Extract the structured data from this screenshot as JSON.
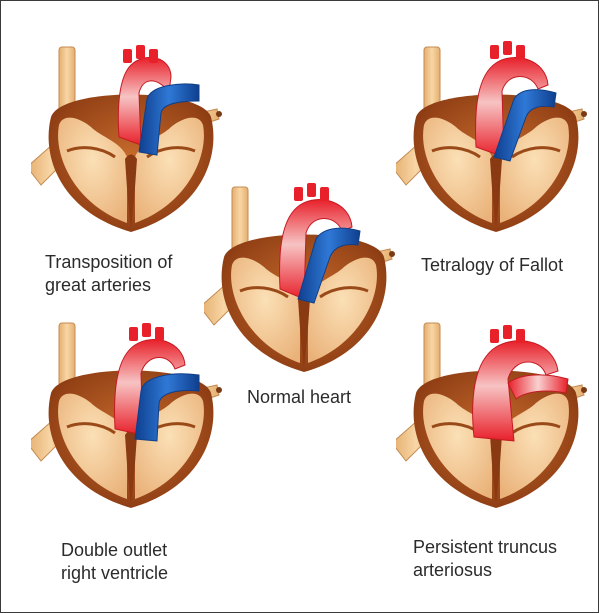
{
  "diagrams": [
    {
      "id": "tga",
      "lines": [
        "Transposition of",
        "great arteries"
      ],
      "icon": "heart-tga-icon"
    },
    {
      "id": "tof",
      "lines": [
        "Tetralogy of Fallot"
      ],
      "icon": "heart-tof-icon"
    },
    {
      "id": "normal",
      "lines": [
        "Normal heart"
      ],
      "icon": "heart-normal-icon"
    },
    {
      "id": "dorv",
      "lines": [
        "Double outlet",
        "right ventricle"
      ],
      "icon": "heart-dorv-icon"
    },
    {
      "id": "truncus",
      "lines": [
        "Persistent truncus",
        "arteriosus"
      ],
      "icon": "heart-truncus-icon"
    }
  ],
  "colors": {
    "myocardium_outer": "#a8501e",
    "myocardium_inner": "#f3c68f",
    "vessel_tan": "#f2c48a",
    "aorta_red": "#e8202a",
    "aorta_light": "#f7c3c3",
    "pulmonary_blue": "#1c5bb5",
    "frame": "#3a3a3a",
    "text": "#2b2b2b"
  }
}
